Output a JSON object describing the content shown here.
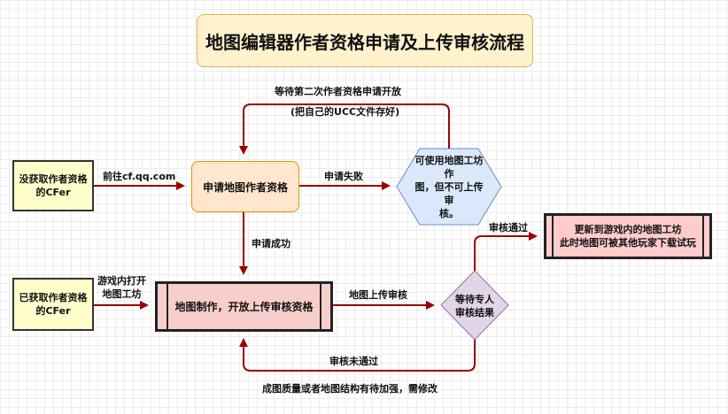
{
  "title": "地图编辑器作者资格申请及上传审核流程",
  "nodes": {
    "start_no_qual": [
      "没获取作者资格",
      "的CFer"
    ],
    "start_has_qual": [
      "已获取作者资格",
      "的CFer"
    ],
    "apply": "申请地图作者资格",
    "workshop_only": [
      "可使用地图工坊作",
      "图，但不可上传审",
      "核。"
    ],
    "map_making": "地图制作，开放上传审核资格",
    "wait_review": [
      "等待专人",
      "审核结果"
    ],
    "published": [
      "更新到游戏内的地图工坊",
      "此时地图可被其他玩家下载试玩"
    ]
  },
  "edges": {
    "goto_site": "前往cf.qq.com",
    "apply_fail": "申请失败",
    "apply_success": "申请成功",
    "wait_second": "等待第二次作者资格申请开放",
    "save_ucc": "(把自己的UCC文件存好)",
    "open_in_game": [
      "游戏内打开",
      "地图工坊"
    ],
    "upload_review": "地图上传审核",
    "review_pass": "审核通过",
    "review_fail": "审核未通过",
    "need_fix": "成图质量或者地图结构有待加强，需修改"
  },
  "colors": {
    "arrow": "#990000",
    "title_fill": "#fff2cc",
    "start_fill": "#ffffcc",
    "apply_fill": "#ffe6cc",
    "hexagon_fill": "#dae8fc",
    "making_fill": "#f8cecc",
    "diamond_fill": "#e1d5e7",
    "published_fill": "#ffcccc"
  }
}
